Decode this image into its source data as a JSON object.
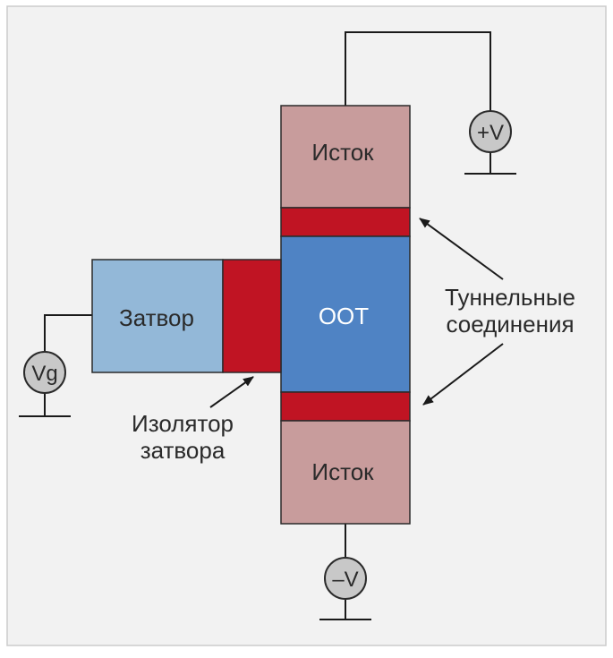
{
  "labels": {
    "source_top": "Исток",
    "source_bottom": "Исток",
    "gate": "Затвор",
    "channel": "ООТ",
    "tunnel_junctions_line1": "Туннельные",
    "tunnel_junctions_line2": "соединения",
    "gate_insulator_line1": "Изолятор",
    "gate_insulator_line2": "затвора",
    "v_plus": "+V",
    "v_minus": "–V",
    "v_gate": "Vg"
  },
  "colors": {
    "panel_background": "#f2f2f2",
    "panel_border": "#cccccc",
    "source": "#c89c9c",
    "junction": "#c01423",
    "channel": "#4f83c4",
    "gate": "#93b8d8",
    "insulator": "#c01423",
    "terminal": "#c8c8c8"
  }
}
